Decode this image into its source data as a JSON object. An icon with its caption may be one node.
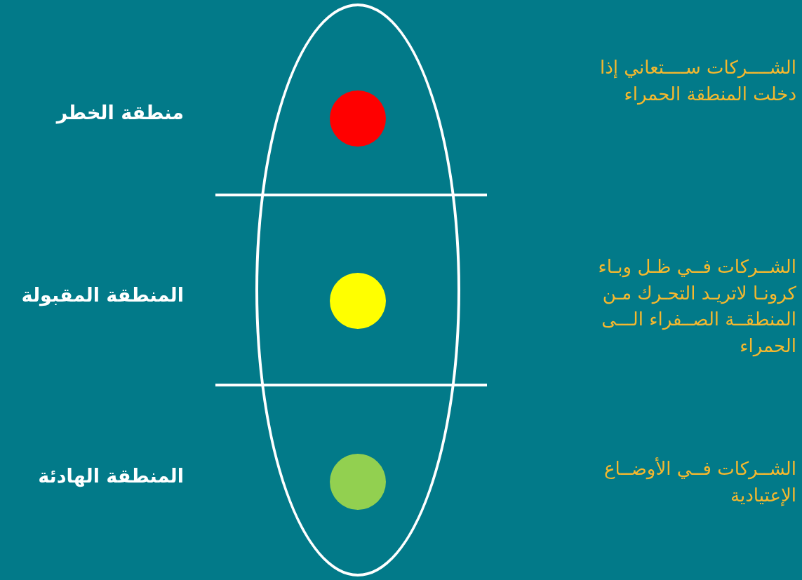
{
  "diagram": {
    "nodes": [
      {
        "text": [],
        "shape": "ellipse"
      },
      {
        "text": [],
        "shape": "circle",
        "in": 0
      },
      {
        "text": [],
        "shape": "circle",
        "in": 0
      },
      {
        "text": [],
        "shape": "circle",
        "in": 0
      }
    ],
    "labels": [
      "منطقة الخطر",
      "الشــــركات ســــتعاني إذا دخلت المنطقة الحمراء",
      "المنطقة المقبولة",
      "الشــركات فــي ظـل وبـاء كرونـا لاتريـد التحـرك مـن المنطقــة الصــفراء الـــى الحمراء",
      "المنطقة الهادئة",
      "الشــركات فــي الأوضــاع الإعتيادية"
    ]
  }
}
